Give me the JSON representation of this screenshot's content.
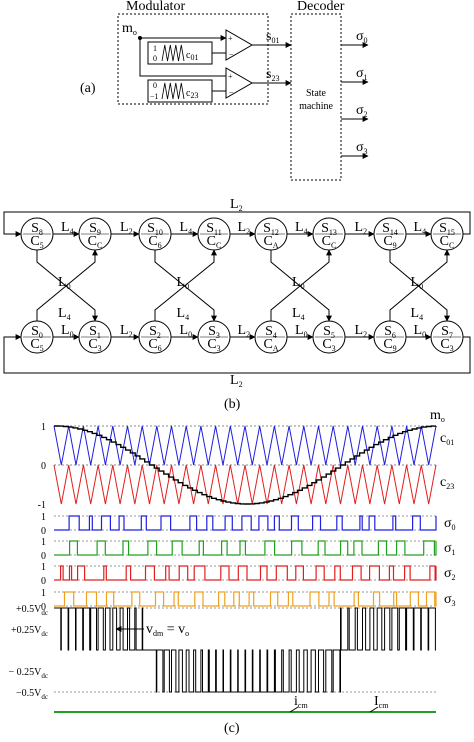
{
  "panel_a": {
    "label": "(a)",
    "modulator_title": "Modulator",
    "decoder_title": "Decoder",
    "input": "m",
    "input_sub": "o",
    "carrier_top": {
      "hi": "1",
      "lo": "0",
      "name": "c",
      "sub": "01"
    },
    "carrier_bot": {
      "hi": "0",
      "lo": "−1",
      "name": "c",
      "sub": "23"
    },
    "s01": {
      "main": "s",
      "sub": "01"
    },
    "s23": {
      "main": "s",
      "sub": "23"
    },
    "state_machine": "State\nmachine",
    "outputs": [
      {
        "main": "σ",
        "sub": "0"
      },
      {
        "main": "σ",
        "sub": "1"
      },
      {
        "main": "σ",
        "sub": "2"
      },
      {
        "main": "σ",
        "sub": "3"
      }
    ]
  },
  "panel_b": {
    "label": "(b)",
    "wrap_label_top": {
      "main": "L",
      "sub": "2"
    },
    "wrap_label_bottom": {
      "main": "L",
      "sub": "2"
    },
    "top_states": [
      {
        "s": "8",
        "c": "5"
      },
      {
        "s": "9",
        "c": "C"
      },
      {
        "s": "10",
        "c": "6"
      },
      {
        "s": "11",
        "c": "C"
      },
      {
        "s": "12",
        "c": "A"
      },
      {
        "s": "13",
        "c": "C"
      },
      {
        "s": "14",
        "c": "9"
      },
      {
        "s": "15",
        "c": "C"
      }
    ],
    "bottom_states": [
      {
        "s": "0",
        "c": "5"
      },
      {
        "s": "1",
        "c": "3"
      },
      {
        "s": "2",
        "c": "6"
      },
      {
        "s": "3",
        "c": "3"
      },
      {
        "s": "4",
        "c": "A"
      },
      {
        "s": "5",
        "c": "3"
      },
      {
        "s": "6",
        "c": "9"
      },
      {
        "s": "7",
        "c": "3"
      }
    ],
    "top_edge_labels": [
      "4",
      "2",
      "4",
      "2",
      "4",
      "2",
      "4"
    ],
    "bottom_edge_labels": [
      "0",
      "2",
      "0",
      "2",
      "0",
      "2",
      "0"
    ],
    "cross_labels_upper": [
      "0",
      "0",
      "0",
      "0"
    ],
    "cross_labels_lower": [
      "4",
      "4",
      "4",
      "4"
    ]
  },
  "panel_c": {
    "label": "(c)",
    "carrier_ticks": [
      "1",
      "0",
      "-1"
    ],
    "sigma_ticks": [
      "1",
      "0"
    ],
    "series_labels": {
      "mo": {
        "main": "m",
        "sub": "o"
      },
      "c01": {
        "main": "c",
        "sub": "01"
      },
      "c23": {
        "main": "c",
        "sub": "23"
      },
      "s0": {
        "main": "σ",
        "sub": "0"
      },
      "s1": {
        "main": "σ",
        "sub": "1"
      },
      "s2": {
        "main": "σ",
        "sub": "2"
      },
      "s3": {
        "main": "σ",
        "sub": "3"
      },
      "icm": {
        "main": "i",
        "sub": "cm"
      },
      "Icm": {
        "main": "I",
        "sub": "cm"
      }
    },
    "vdm_ticks": [
      "+0.5V",
      "+0.25V",
      "− 0.25V",
      "−0.5V"
    ],
    "vdm_tick_sub": "dc",
    "vdm_annotation": {
      "a": "v",
      "a_sub": "dm",
      "eq": " = ",
      "b": "v",
      "b_sub": "o"
    },
    "colors": {
      "c01": "#2020e0",
      "c23": "#e02020",
      "s0": "#2020e0",
      "s1": "#20a020",
      "s2": "#e02020",
      "s3": "#f0a020",
      "icm": "#20a020"
    }
  },
  "chart_data": {
    "type": "line",
    "periods": 26,
    "series": [
      {
        "name": "c",
        "carrier": "c01",
        "range": [
          0,
          1
        ]
      },
      {
        "name": "c",
        "carrier": "c23",
        "range": [
          -1,
          0
        ]
      },
      {
        "name": "m",
        "shape": "cosine",
        "range": [
          -1,
          1
        ]
      }
    ],
    "ylim": [
      -1,
      1
    ]
  }
}
